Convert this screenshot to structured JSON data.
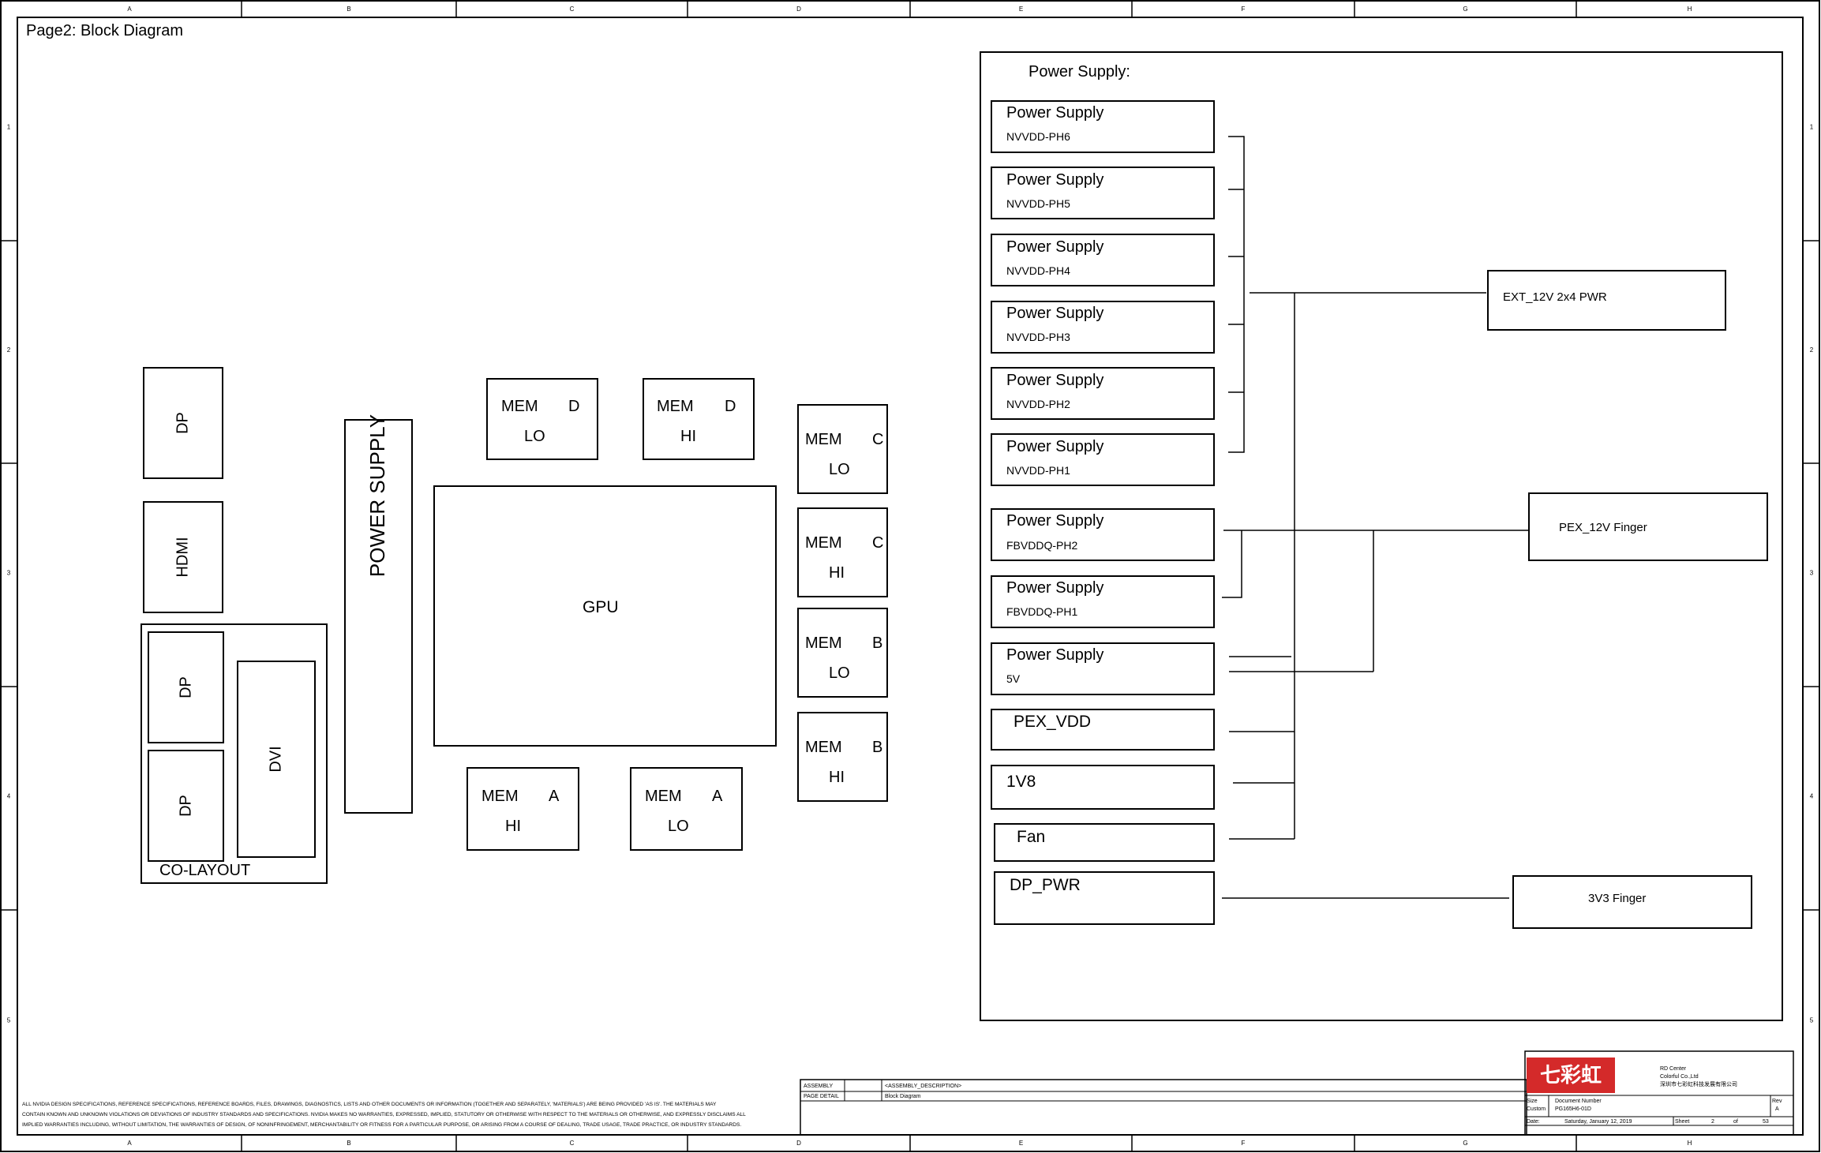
{
  "page_title": "Page2: Block Diagram",
  "col_labels": [
    "A",
    "B",
    "C",
    "D",
    "E",
    "F",
    "G",
    "H"
  ],
  "row_labels": [
    "1",
    "2",
    "3",
    "4",
    "5"
  ],
  "connectors": {
    "dp_top": "DP",
    "hdmi": "HDMI",
    "dp_a": "DP",
    "dp_b": "DP",
    "dvi": "DVI",
    "colayout": "CO-LAYOUT"
  },
  "gpu_area": {
    "power_supply": "POWER SUPPLY",
    "gpu": "GPU",
    "mem_d_lo": {
      "l1": "MEM",
      "ch": "D",
      "l2": "LO"
    },
    "mem_d_hi": {
      "l1": "MEM",
      "ch": "D",
      "l2": "HI"
    },
    "mem_c_lo": {
      "l1": "MEM",
      "ch": "C",
      "l2": "LO"
    },
    "mem_c_hi": {
      "l1": "MEM",
      "ch": "C",
      "l2": "HI"
    },
    "mem_b_lo": {
      "l1": "MEM",
      "ch": "B",
      "l2": "LO"
    },
    "mem_b_hi": {
      "l1": "MEM",
      "ch": "B",
      "l2": "HI"
    },
    "mem_a_hi": {
      "l1": "MEM",
      "ch": "A",
      "l2": "HI"
    },
    "mem_a_lo": {
      "l1": "MEM",
      "ch": "A",
      "l2": "LO"
    }
  },
  "power_panel": {
    "title": "Power Supply:",
    "rails": [
      {
        "name": "Power Supply",
        "sub": "NVVDD-PH6"
      },
      {
        "name": "Power Supply",
        "sub": "NVVDD-PH5"
      },
      {
        "name": "Power Supply",
        "sub": "NVVDD-PH4"
      },
      {
        "name": "Power Supply",
        "sub": "NVVDD-PH3"
      },
      {
        "name": "Power Supply",
        "sub": "NVVDD-PH2"
      },
      {
        "name": "Power Supply",
        "sub": "NVVDD-PH1"
      },
      {
        "name": "Power Supply",
        "sub": "FBVDDQ-PH2"
      },
      {
        "name": "Power Supply",
        "sub": "FBVDDQ-PH1"
      },
      {
        "name": "Power Supply",
        "sub": "5V"
      },
      {
        "name": "PEX_VDD",
        "sub": ""
      },
      {
        "name": "1V8",
        "sub": ""
      },
      {
        "name": "Fan",
        "sub": ""
      },
      {
        "name": "DP_PWR",
        "sub": ""
      }
    ],
    "sources": {
      "ext": "EXT_12V 2x4 PWR",
      "pex": "PEX_12V Finger",
      "v3": "3V3 Finger"
    }
  },
  "disclaimer": [
    "ALL NVIDIA DESIGN SPECIFICATIONS, REFERENCE SPECIFICATIONS, REFERENCE BOARDS, FILES, DRAWINGS, DIAGNOSTICS, LISTS AND OTHER DOCUMENTS OR INFORMATION (TOGETHER AND SEPARATELY, 'MATERIALS') ARE BEING PROVIDED 'AS IS'. THE MATERIALS MAY",
    "CONTAIN KNOWN AND UNKNOWN VIOLATIONS OR DEVIATIONS OF INDUSTRY STANDARDS AND SPECIFICATIONS. NVIDIA MAKES NO WARRANTIES, EXPRESSED, IMPLIED, STATUTORY OR OTHERWISE WITH RESPECT TO THE MATERIALS OR OTHERWISE, AND EXPRESSLY DISCLAIMS ALL",
    "IMPLIED WARRANTIES INCLUDING, WITHOUT LIMITATION, THE WARRANTIES OF DESIGN, OF NONINFRINGEMENT, MERCHANTABILITY OR FITNESS FOR A PARTICULAR PURPOSE, OR ARISING FROM A COURSE OF DEALING, TRADE USAGE, TRADE PRACTICE, OR INDUSTRY STANDARDS."
  ],
  "assembly": {
    "label1": "ASSEMBLY",
    "label2": "PAGE DETAIL",
    "desc1": "<ASSEMBLY_DESCRIPTION>",
    "desc2": "Block Diagram"
  },
  "title_block": {
    "logo_text": "七彩虹",
    "company1": "RD Center",
    "company2": "Colorful Co.,Ltd",
    "company3": "深圳市七彩虹科技发展有限公司",
    "size_label": "Size",
    "size_val": "Custom",
    "doc_label": "Document Number",
    "doc_val": "PG165H6-01D",
    "rev_label": "Rev",
    "rev_val": "A",
    "date_label": "Date:",
    "date_val": "Saturday, January 12, 2019",
    "sheet_label": "Sheet",
    "sheet_num": "2",
    "of": "of",
    "sheet_total": "53"
  },
  "colors": {
    "line": "#000000",
    "logo_red": "#d42a2a"
  }
}
